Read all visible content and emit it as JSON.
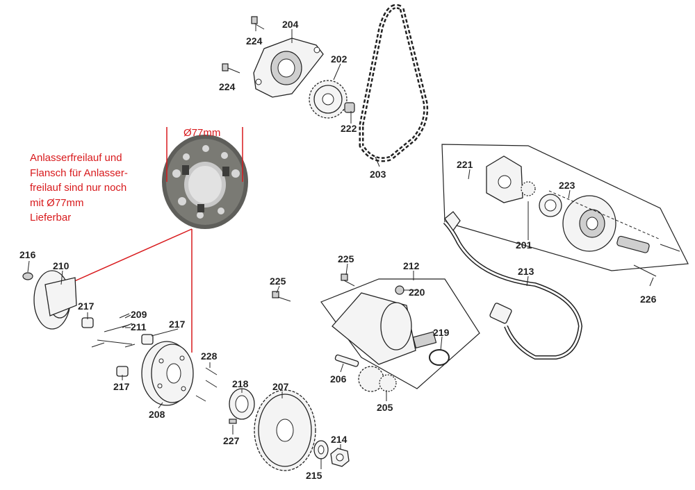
{
  "note": {
    "lines": [
      "Anlasserfreilauf und",
      "Flansch für Anlasser-",
      "freilauf sind nur noch",
      "mit Ø77mm",
      "Lieferbar"
    ],
    "color": "#d8191c"
  },
  "dimension": {
    "label": "Ø77mm"
  },
  "part_labels": {
    "p201": "201",
    "p202": "202",
    "p203": "203",
    "p204": "204",
    "p205": "205",
    "p206": "206",
    "p207": "207",
    "p208": "208",
    "p209": "209",
    "p210": "210",
    "p211": "211",
    "p212": "212",
    "p213": "213",
    "p214": "214",
    "p215": "215",
    "p216": "216",
    "p217a": "217",
    "p217b": "217",
    "p217c": "217",
    "p218": "218",
    "p219": "219",
    "p220": "220",
    "p221": "221",
    "p222": "222",
    "p223": "223",
    "p224a": "224",
    "p224b": "224",
    "p225a": "225",
    "p225b": "225",
    "p226": "226",
    "p227": "227",
    "p228": "228"
  }
}
